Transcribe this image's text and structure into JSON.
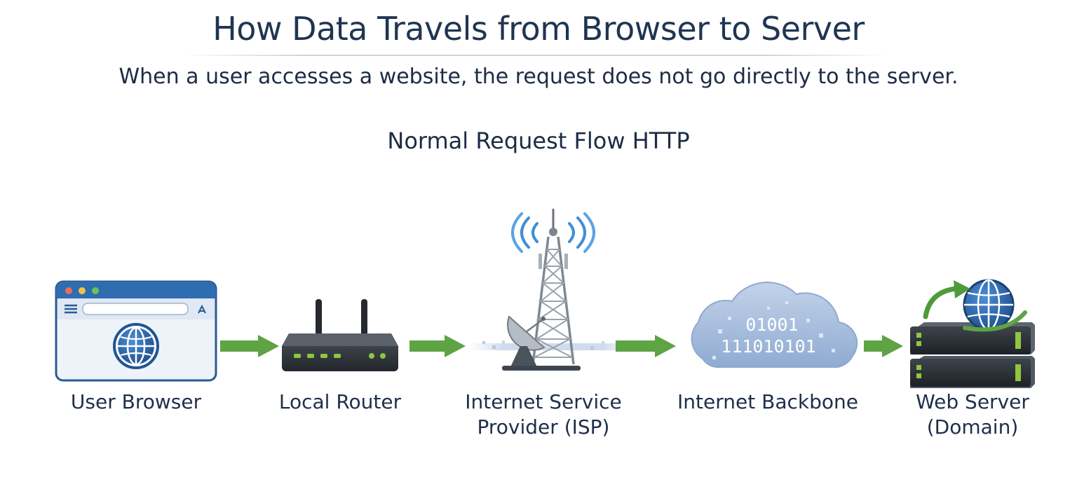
{
  "header": {
    "title": "How Data Travels from Browser to Server",
    "subtitle": "When a user accesses a website, the request does not go directly to the server."
  },
  "flow": {
    "title": "Normal Request Flow HTTP",
    "stages": [
      {
        "label": "User Browser",
        "icon": "browser-window-icon"
      },
      {
        "label": "Local Router",
        "icon": "router-icon"
      },
      {
        "label_line1": "Internet Service",
        "label_line2": "Provider (ISP)",
        "icon": "cell-tower-icon"
      },
      {
        "label": "Internet Backbone",
        "icon": "cloud-icon"
      },
      {
        "label_line1": "Web Server",
        "label_line2": "(Domain)",
        "icon": "server-stack-icon"
      }
    ],
    "cloud_bits": {
      "line1": "01001",
      "line2": "111010101"
    }
  },
  "colors": {
    "arrow": "#5ea344",
    "navy": "#1f3552",
    "globe_blue": "#2b63a5",
    "cloud": "#a9bfdc",
    "server_led": "#8ec63f"
  }
}
